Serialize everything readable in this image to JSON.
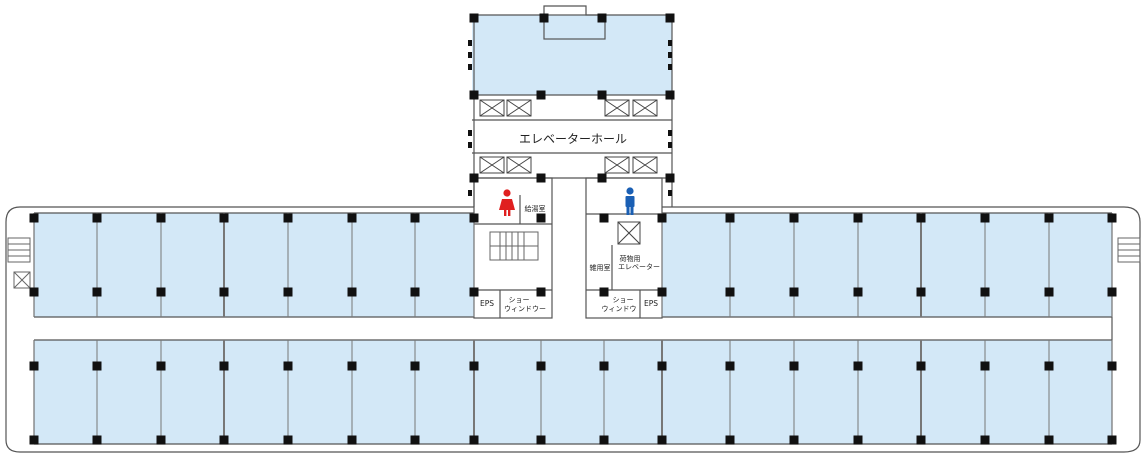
{
  "plan": {
    "elevator_hall": "エレベーターホール",
    "kyutoshitsu": "給湯室",
    "zatsuyoshitsu": "雑用室",
    "freight_elevator": [
      "荷物用",
      "エレベーター"
    ],
    "eps_left": "EPS",
    "eps_right": "EPS",
    "show_window_left": [
      "ショー",
      "ウィンドウー"
    ],
    "show_window_right": [
      "ショー",
      "ウィンドウ"
    ]
  },
  "colors": {
    "office_fill": "#d3e8f7",
    "wall": "#555555",
    "column": "#111111",
    "female_icon": "#e02020",
    "male_icon": "#1a5fb4"
  },
  "icons": {
    "female_restroom": "female-person-icon",
    "male_restroom": "male-person-icon",
    "elevator": "elevator-x-icon",
    "stairs": "stairs-icon"
  }
}
